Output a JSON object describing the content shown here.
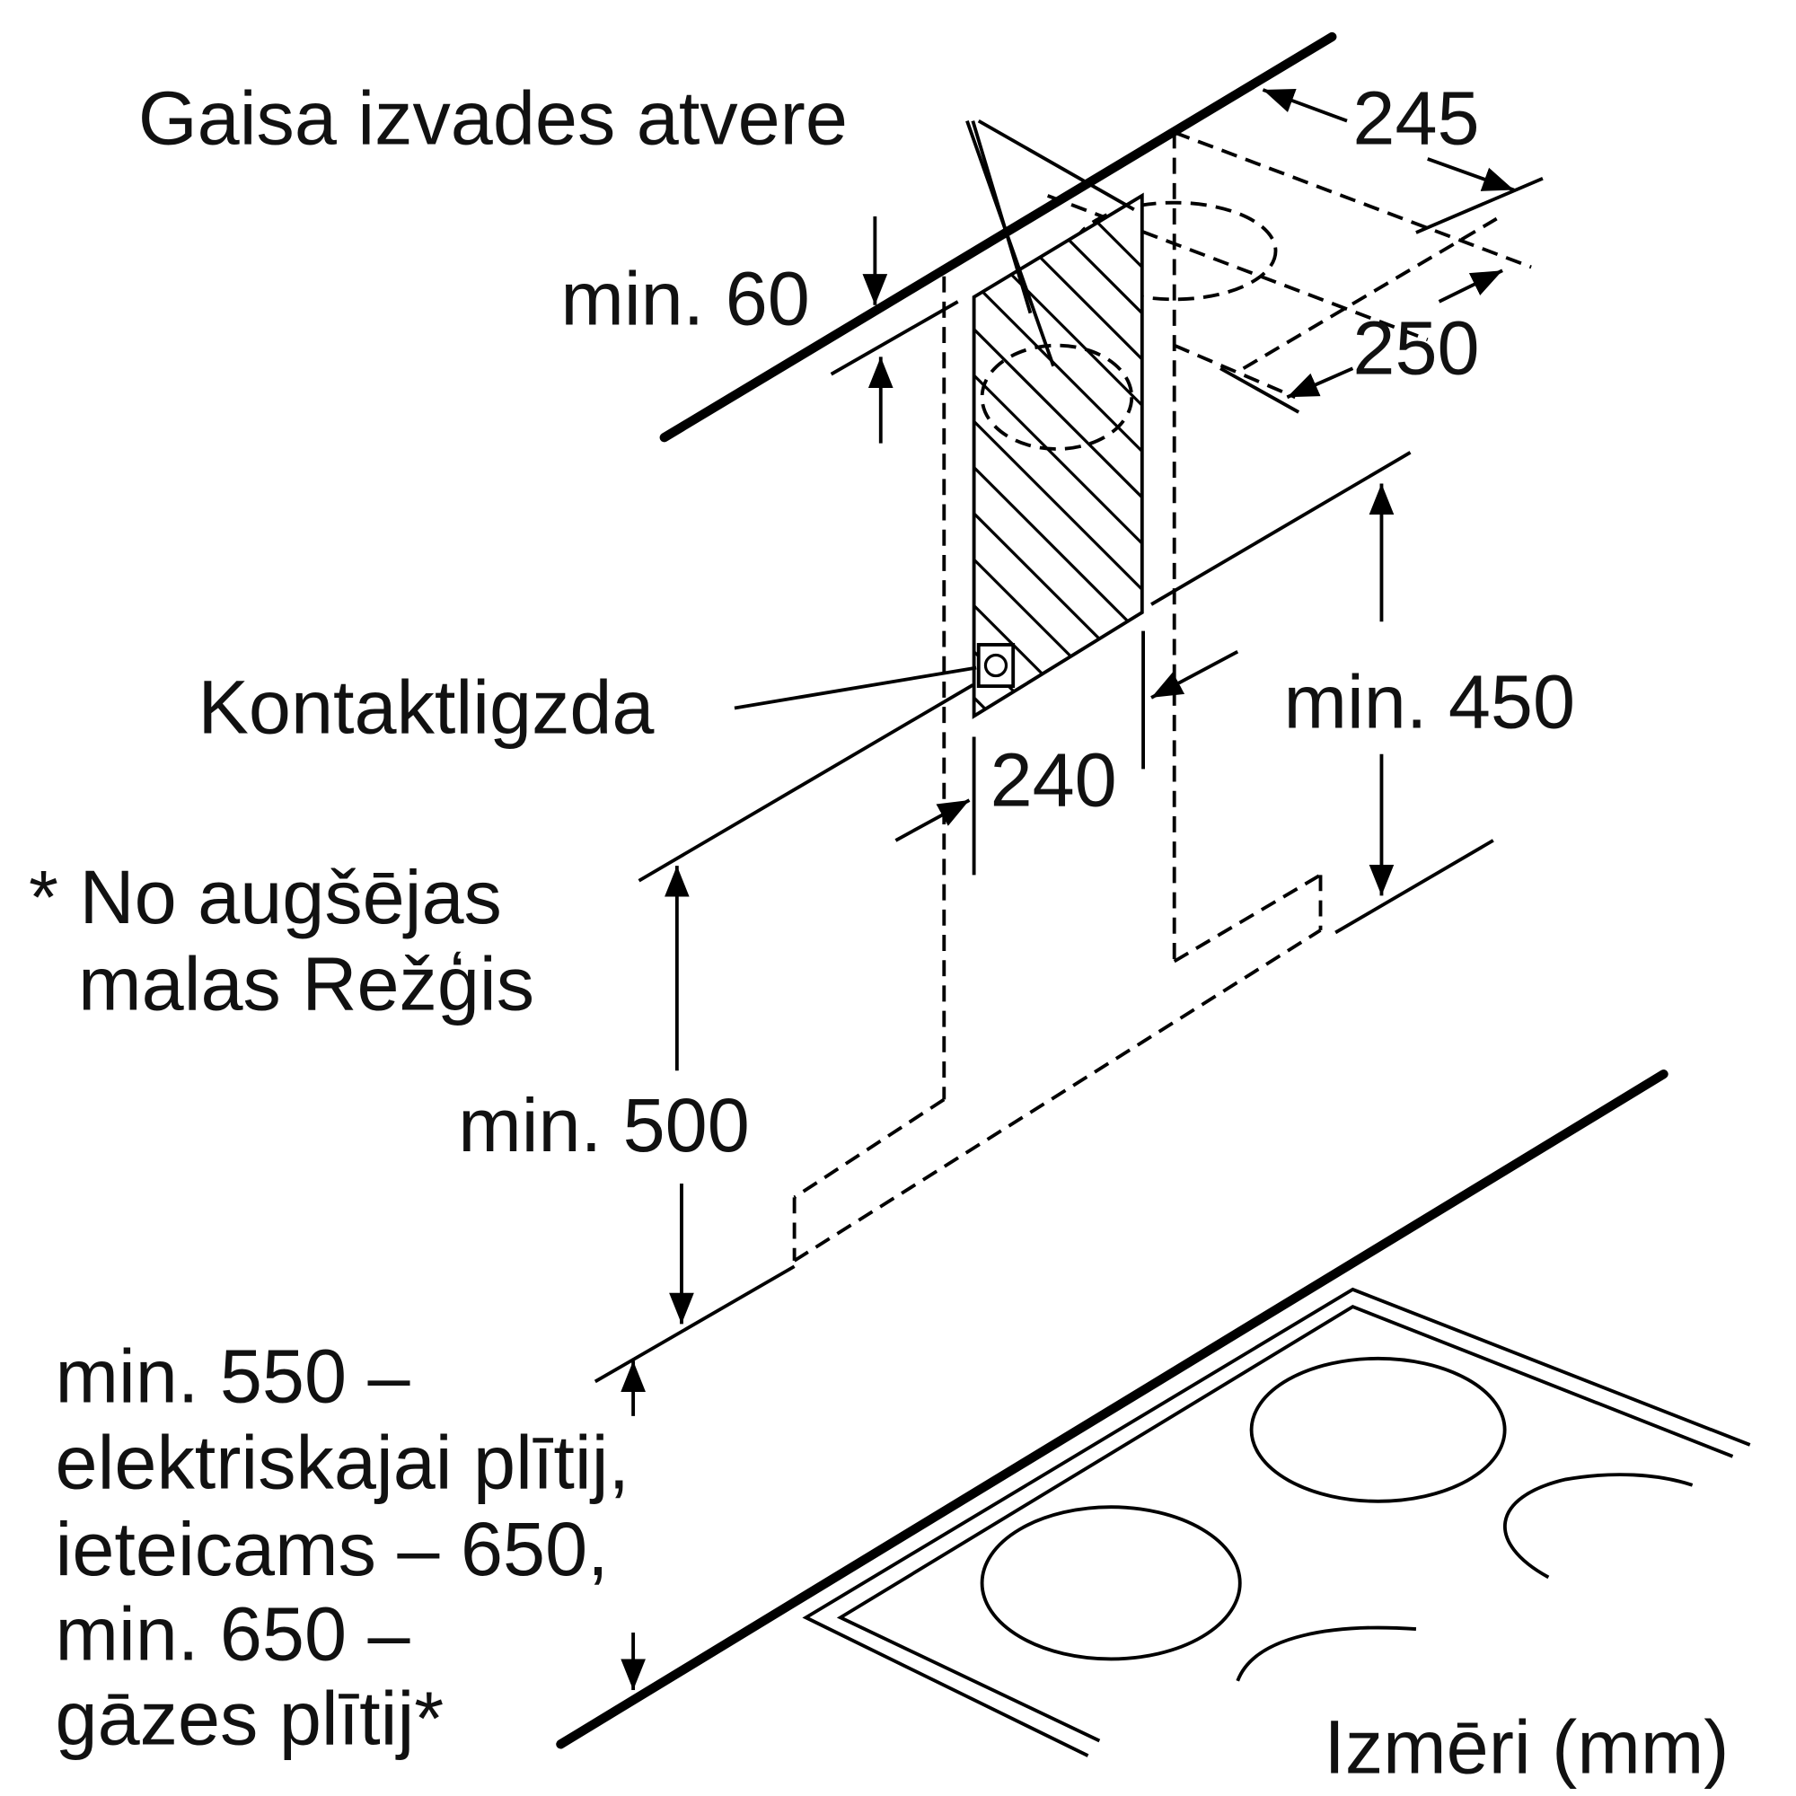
{
  "labels": {
    "air_outlet": "Gaisa izvades atvere",
    "dim_245": "245",
    "dim_min60": "min. 60",
    "dim_250": "250",
    "socket": "Kontaktligzda",
    "dim_min450": "min. 450",
    "dim_240": "240",
    "note_line1": "* No augšējas",
    "note_line2": "malas Režģis",
    "dim_min500": "min. 500",
    "hob_line1": "min. 550 –",
    "hob_line2": "elektriskajai plītij,",
    "hob_line3": "ieteicams – 650,",
    "hob_line4": "min. 650 –",
    "hob_line5": "gāzes plītij*",
    "units": "Izmēri (mm)"
  }
}
